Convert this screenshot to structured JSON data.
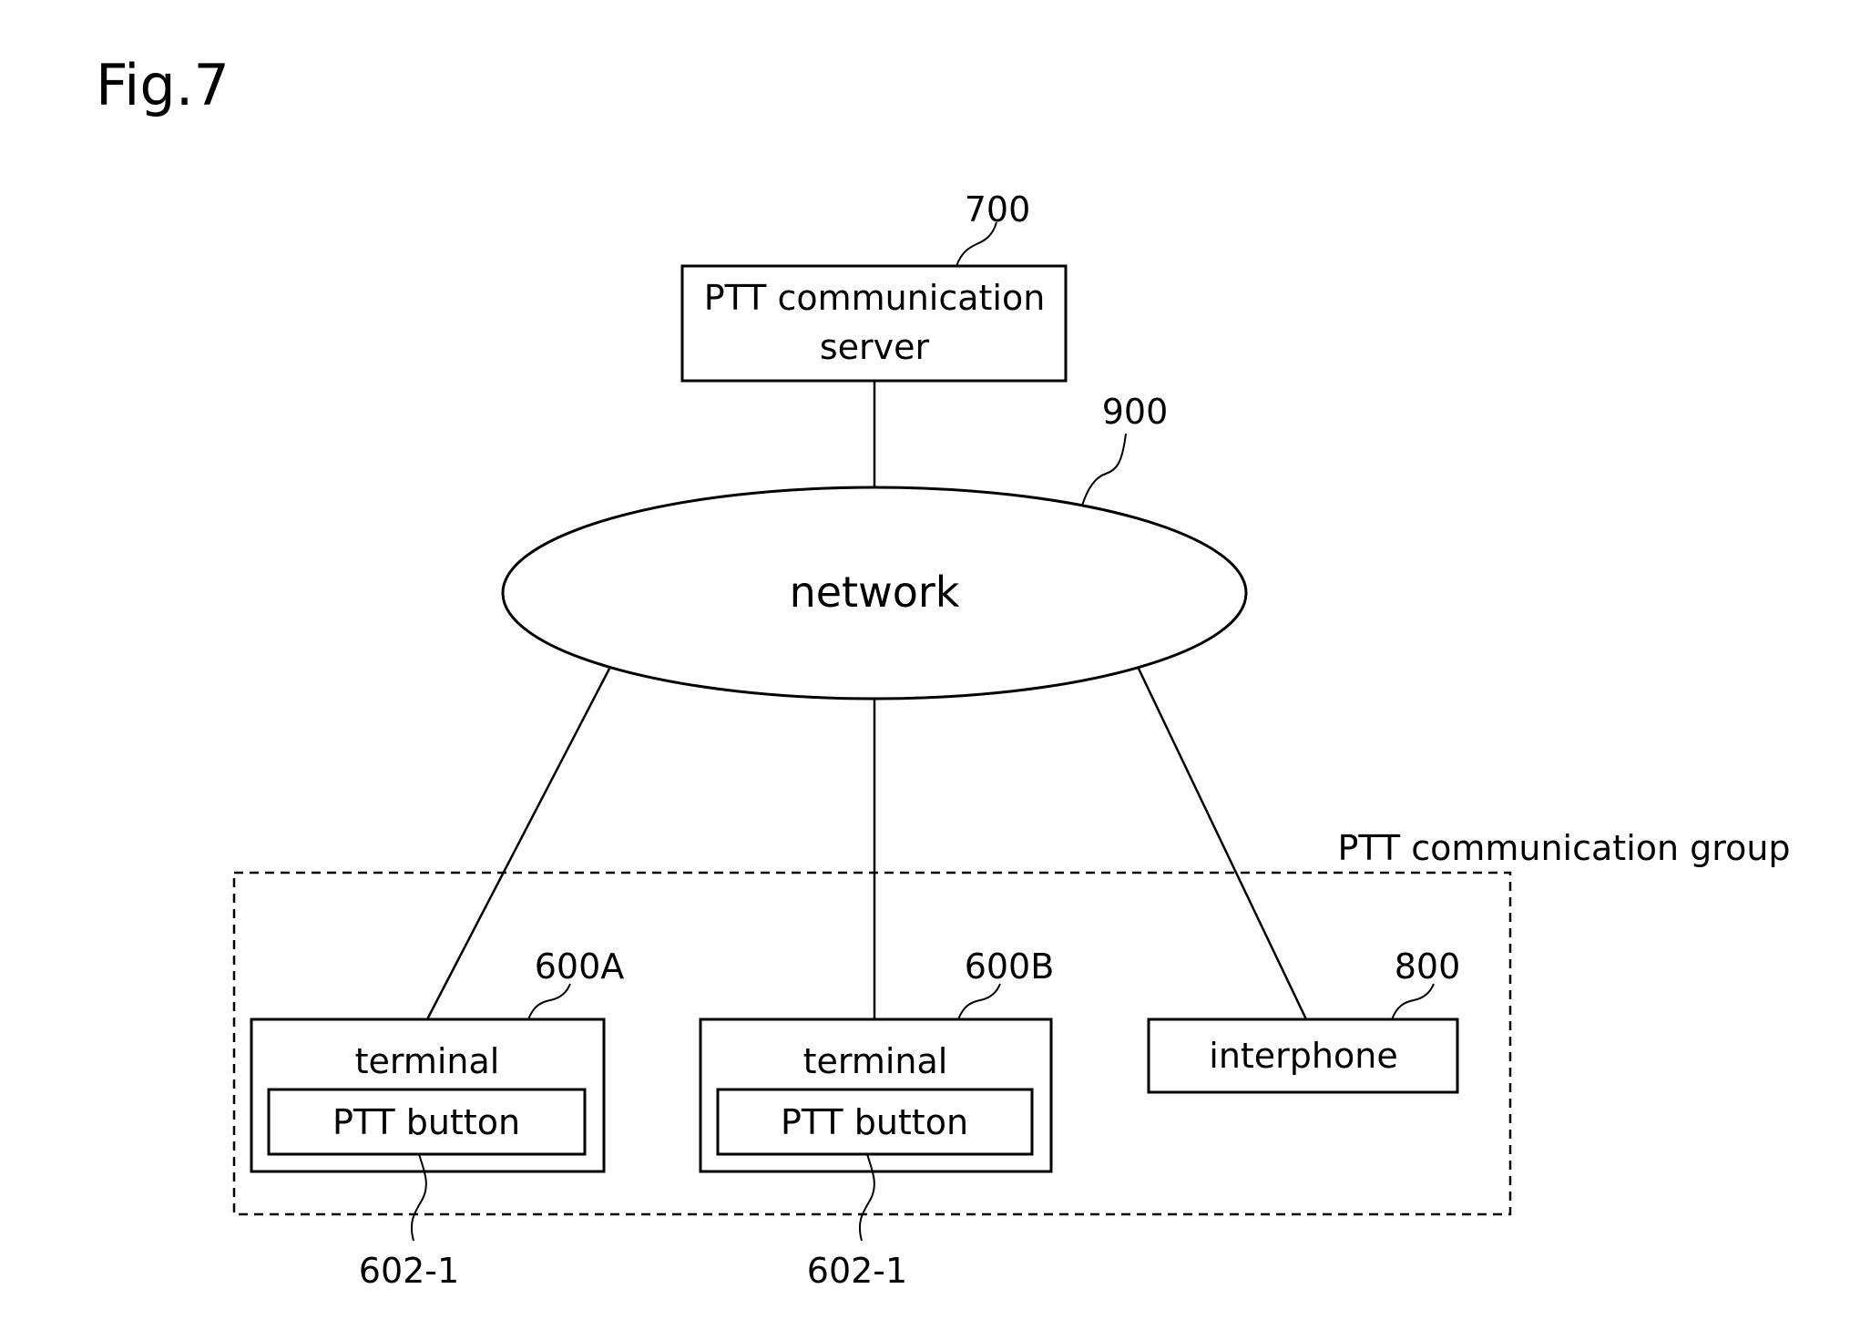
{
  "figure_label": "Fig.7",
  "server": {
    "ref": "700",
    "line1": "PTT communication",
    "line2": "server"
  },
  "network": {
    "ref": "900",
    "label": "network"
  },
  "group": {
    "label": "PTT communication group"
  },
  "terminal_a": {
    "ref": "600A",
    "label": "terminal",
    "button_label": "PTT button",
    "button_ref": "602-1"
  },
  "terminal_b": {
    "ref": "600B",
    "label": "terminal",
    "button_label": "PTT button",
    "button_ref": "602-1"
  },
  "interphone": {
    "ref": "800",
    "label": "interphone"
  }
}
